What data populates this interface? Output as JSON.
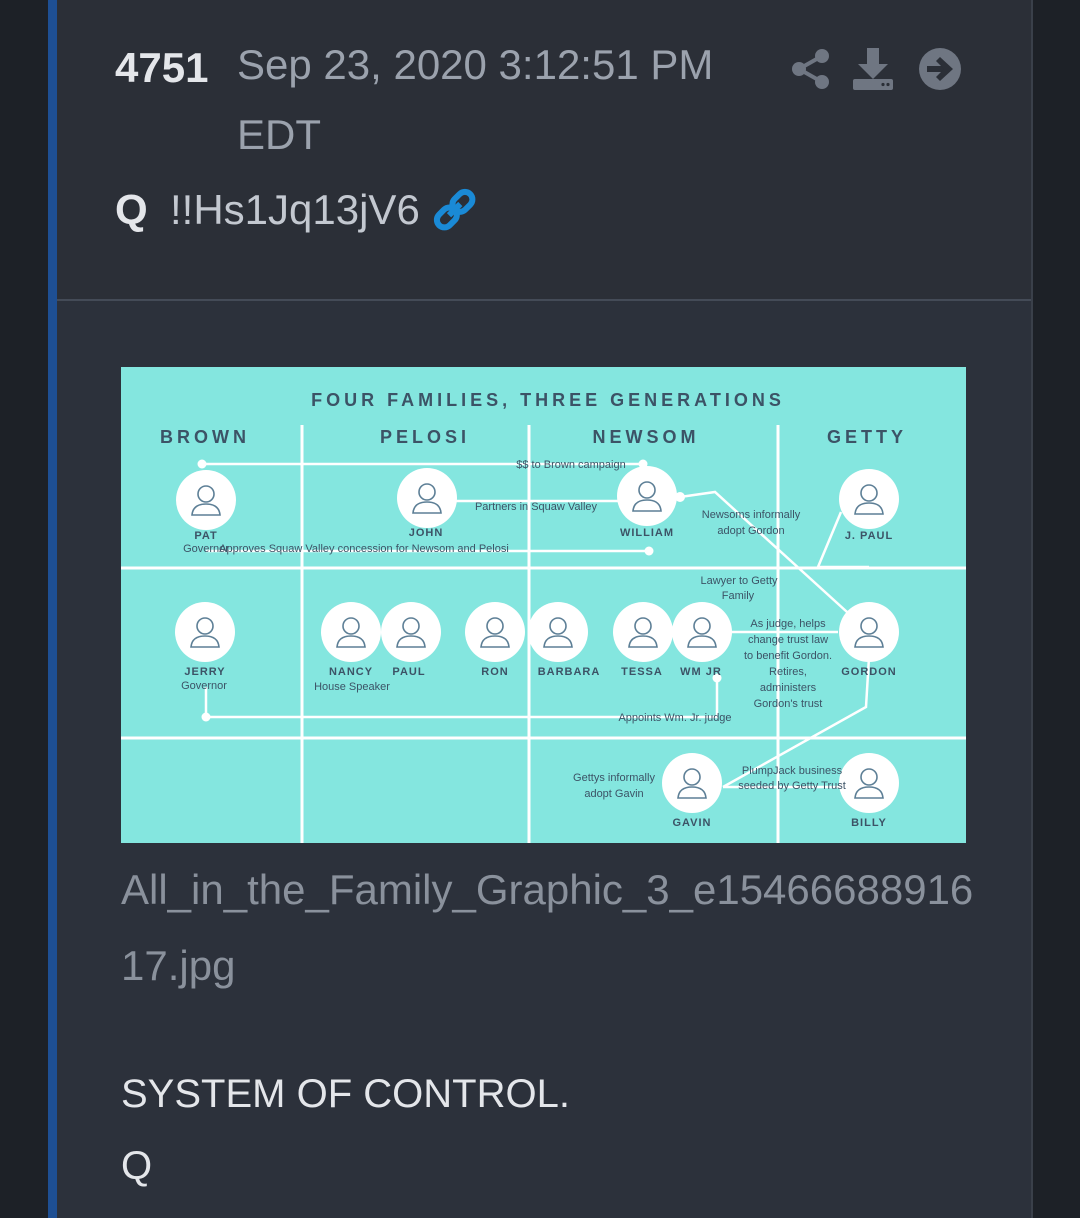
{
  "post": {
    "number": "4751",
    "date_line1": "Sep 23, 2020 3:12:51 PM",
    "date_line2": "EDT",
    "author": "Q",
    "tripcode": "!!Hs1Jq13jV6",
    "icons": [
      "share-icon",
      "download-icon",
      "forward-arrow-icon",
      "link-icon"
    ],
    "image_filename": "All_in_the_Family_Graphic_3_e1546668891617.jpg",
    "message_line1": "SYSTEM OF CONTROL.",
    "message_line2": "Q"
  },
  "graphic": {
    "title": "FOUR FAMILIES, THREE GENERATIONS",
    "families": [
      "BROWN",
      "PELOSI",
      "NEWSOM",
      "GETTY"
    ],
    "people": {
      "pat": "PAT",
      "pat_role": "Governor",
      "john": "JOHN",
      "william": "WILLIAM",
      "jpaul": "J. PAUL",
      "jerry": "JERRY",
      "jerry_role": "Governor",
      "nancy": "NANCY",
      "paul": "PAUL",
      "nancy_role": "House Speaker",
      "ron": "RON",
      "barbara": "BARBARA",
      "tessa": "TESSA",
      "wmjr": "WM JR",
      "gordon": "GORDON",
      "gavin": "GAVIN",
      "billy": "BILLY"
    },
    "notes": {
      "brown_campaign": "$$ to Brown campaign",
      "squaw_partners": "Partners in Squaw Valley",
      "adopt_gordon_1": "Newsoms informally",
      "adopt_gordon_2": "adopt Gordon",
      "concession": "Approves Squaw Valley concession for Newsom and Pelosi",
      "lawyer_1": "Lawyer to Getty",
      "lawyer_2": "Family",
      "judge_1": "As judge, helps",
      "judge_2": "change trust law",
      "judge_3": "to benefit Gordon.",
      "retires_1": "Retires,",
      "retires_2": "administers",
      "retires_3": "Gordon's trust",
      "appoints": "Appoints Wm. Jr. judge",
      "adopt_gavin_1": "Gettys informally",
      "adopt_gavin_2": "adopt Gavin",
      "plumpjack_1": "PlumpJack business",
      "plumpjack_2": "seeded by Getty Trust"
    }
  },
  "colors": {
    "background": "#1d2127",
    "card": "#2c313b",
    "accent": "#1e4f93",
    "graphic_bg": "#84e6df",
    "graphic_text": "#3c5366",
    "link_blue": "#1a8ad6"
  }
}
